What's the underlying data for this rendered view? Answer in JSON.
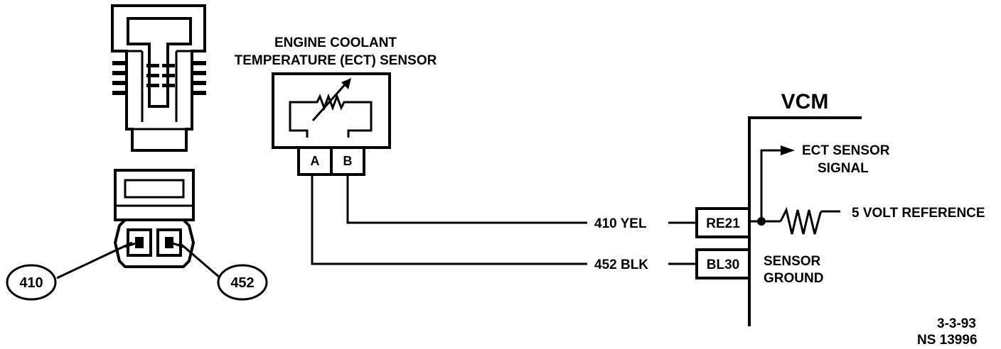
{
  "sensor": {
    "title_line1": "ENGINE COOLANT",
    "title_line2": "TEMPERATURE (ECT) SENSOR",
    "pin_a": "A",
    "pin_b": "B"
  },
  "wires": {
    "wire_410": "410  YEL",
    "wire_452": "452  BLK"
  },
  "vcm": {
    "title": "VCM",
    "terminal_re21": "RE21",
    "terminal_bl30": "BL30",
    "signal_line1": "ECT SENSOR",
    "signal_line2": "SIGNAL",
    "reference": "5 VOLT REFERENCE",
    "ground_line1": "SENSOR",
    "ground_line2": "GROUND"
  },
  "connector": {
    "callout_410": "410",
    "callout_452": "452"
  },
  "footer": {
    "date": "3-3-93",
    "ref": "NS 13996"
  }
}
